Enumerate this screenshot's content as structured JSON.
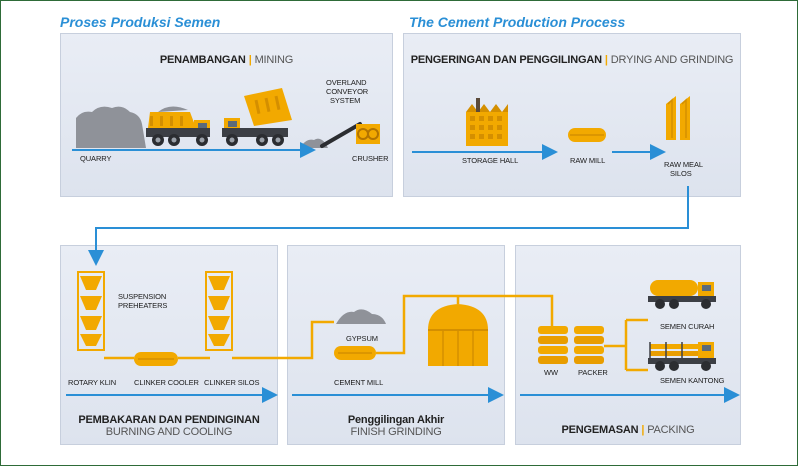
{
  "titles": {
    "id": "Proses Produksi Semen",
    "en": "The Cement Production Process"
  },
  "panels": {
    "mining": {
      "id": "PENAMBANGAN",
      "en": "MINING"
    },
    "drying": {
      "id": "PENGERINGAN DAN PENGGILINGAN",
      "en": "DRYING AND GRINDING"
    },
    "burning": {
      "id": "PEMBAKARAN DAN PENDINGINAN",
      "en": "BURNING AND COOLING"
    },
    "finish": {
      "id": "Penggilingan Akhir",
      "en": "FINISH GRINDING"
    },
    "packing": {
      "id": "PENGEMASAN",
      "en": "PACKING"
    }
  },
  "labels": {
    "quarry": "QUARRY",
    "overland_1": "OVERLAND",
    "overland_2": "CONVEYOR",
    "overland_3": "SYSTEM",
    "crusher": "CRUSHER",
    "storage_hall": "STORAGE HALL",
    "raw_mill": "RAW MILL",
    "raw_meal_1": "RAW MEAL",
    "raw_meal_2": "SILOS",
    "suspension_1": "SUSPENSION",
    "suspension_2": "PREHEATERS",
    "rotary_klin": "ROTARY KLIN",
    "clinker_cooler": "CLINKER COOLER",
    "clinker_silos": "CLINKER SILOS",
    "gypsum": "GYPSUM",
    "cement_mill": "CEMENT MILL",
    "ww": "WW",
    "packer": "PACKER",
    "semen_curah": "SEMEN CURAH",
    "semen_kantong": "SEMEN KANTONG"
  },
  "colors": {
    "accent_blue": "#2a8fd6",
    "accent_yellow": "#f2a900",
    "frame_green": "#2e6b38",
    "panel_bg": "#e4e9f2"
  }
}
